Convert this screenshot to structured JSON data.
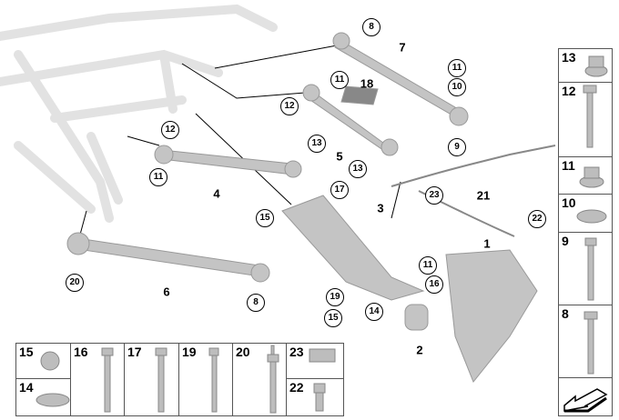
{
  "diagram": {
    "callouts": [
      "8",
      "11",
      "10",
      "9",
      "18",
      "11",
      "12",
      "13",
      "13",
      "12",
      "11",
      "17",
      "15",
      "23",
      "22",
      "11",
      "16",
      "19",
      "15",
      "14",
      "20",
      "8"
    ],
    "labels": [
      "7",
      "5",
      "4",
      "3",
      "21",
      "1",
      "2",
      "6"
    ]
  },
  "legend_right": [
    "13",
    "12",
    "11",
    "10",
    "9",
    "8"
  ],
  "legend_bottom": [
    "15",
    "14",
    "16",
    "17",
    "19",
    "20",
    "23",
    "22"
  ],
  "colors": {
    "part": "#b9b9b9",
    "frame": "#e6e6e6",
    "line": "#000000"
  }
}
